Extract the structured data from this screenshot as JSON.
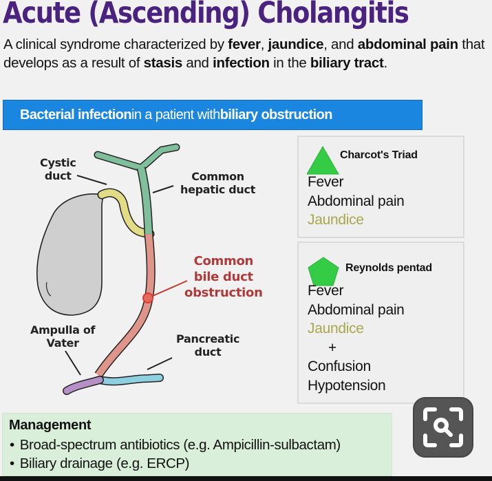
{
  "title": "Acute (Ascending) Cholangitis",
  "intro": {
    "parts": [
      {
        "text": "A clinical syndrome characterized by ",
        "bold": false
      },
      {
        "text": "fever",
        "bold": true
      },
      {
        "text": ", ",
        "bold": false
      },
      {
        "text": "jaundice",
        "bold": true
      },
      {
        "text": ", and ",
        "bold": false
      },
      {
        "text": "abdominal pain",
        "bold": true
      },
      {
        "text": " that develops as a result of ",
        "bold": false
      },
      {
        "text": "stasis",
        "bold": true
      },
      {
        "text": " and ",
        "bold": false
      },
      {
        "text": "infection",
        "bold": true
      },
      {
        "text": " in the ",
        "bold": false
      },
      {
        "text": "biliary tract",
        "bold": true
      },
      {
        "text": ".",
        "bold": false
      }
    ]
  },
  "banner": {
    "parts": [
      {
        "text": "Bacterial infection",
        "bold": true
      },
      {
        "text": " in a patient with ",
        "bold": false
      },
      {
        "text": "biliary obstruction",
        "bold": true
      }
    ],
    "color": "#1b86e0"
  },
  "diagram": {
    "labels": {
      "cystic_duct": [
        "Cystic",
        "duct"
      ],
      "common_hepatic_duct": [
        "Common",
        "hepatic duct"
      ],
      "cbd_obstruction": [
        "Common",
        "bile duct",
        "obstruction"
      ],
      "ampulla": [
        "Ampulla of",
        "Vater"
      ],
      "pancreatic_duct": [
        "Pancreatic",
        "duct"
      ]
    },
    "colors": {
      "gallbladder": "#cfcfcf",
      "cystic_duct": "#e3dc86",
      "hepatic_duct": "#7fbf9c",
      "common_bile_duct": "#e0958a",
      "pancreatic_duct": "#8fd0e0",
      "ampulla": "#b58fc6",
      "obstruction": "#d93b2f"
    }
  },
  "charcot": {
    "title": "Charcot's Triad",
    "symbol": "triangle-icon",
    "items": [
      {
        "text": "Fever",
        "highlight": false
      },
      {
        "text": "Abdominal pain",
        "highlight": false
      },
      {
        "text": "Jaundice",
        "highlight": true
      }
    ]
  },
  "reynolds": {
    "title": "Reynolds pentad",
    "symbol": "pentagon-icon",
    "items": [
      {
        "text": "Fever",
        "highlight": false
      },
      {
        "text": "Abdominal pain",
        "highlight": false
      },
      {
        "text": "Jaundice",
        "highlight": true
      }
    ],
    "plus": "+",
    "extra": [
      "Confusion",
      "Hypotension"
    ]
  },
  "management": {
    "title": "Management",
    "items": [
      "Broad-spectrum antibiotics (e.g. Ampicillin-sulbactam)",
      "Biliary drainage (e.g. ERCP)"
    ],
    "bullet": "•"
  },
  "colors": {
    "title": "#4a2380",
    "jaundice": "#a9a64e",
    "symbol_green": "#33cc44",
    "management_bg": "#d9efd9"
  }
}
